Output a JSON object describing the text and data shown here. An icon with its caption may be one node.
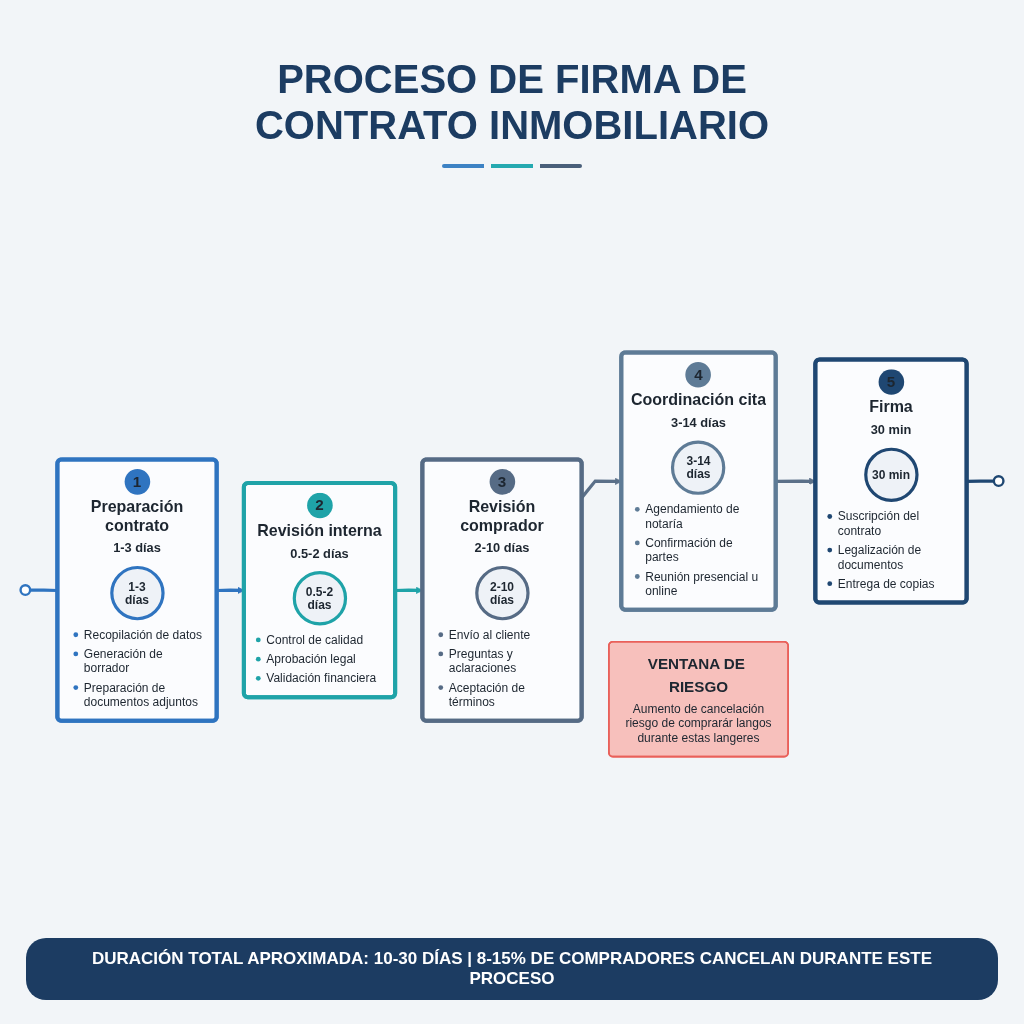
{
  "diagram": {
    "title": "PROCESO DE FIRMA DE CONTRATO INMOBILIARIO",
    "caption": "DURACIÓN TOTAL APROXIMADA: 10-30 DÍAS | 8-15% DE COMPRADORES CANCELAN DURANTE ESTE PROCESO",
    "nodes": [
      {
        "text": [
          "1",
          "Preparación contrato",
          "1-3 días",
          "1-3 días",
          "Recopilación de datos",
          "Generación de borrador",
          "Preparación de documentos adjuntos"
        ]
      },
      {
        "text": [
          "2",
          "Revisión interna",
          "0.5-2 días",
          "0.5-2 días",
          "Control de calidad",
          "Aprobación legal",
          "Validación financiera"
        ]
      },
      {
        "text": [
          "3",
          "Revisión comprador",
          "2-10 días",
          "2-10 días",
          "Envío al cliente",
          "Preguntas y aclaraciones",
          "Aceptación de términos"
        ]
      },
      {
        "text": [
          "4",
          "Coordinación cita",
          "3-14 días",
          "3-14 días",
          "Agendamiento de notaría",
          "Confirmación de partes",
          "Reunión presencial u online"
        ]
      },
      {
        "text": [
          "5",
          "Firma",
          "30 min",
          "30 min",
          "Suscripción del contrato",
          "Legalización de documentos",
          "Entrega de copias"
        ]
      },
      {
        "text": [],
        "shape": "circle"
      },
      {
        "text": [],
        "shape": "circle"
      },
      {
        "text": [
          "VENTANA DE RIESGO",
          "Aumento de cancelación riesgo de comprarár langos durante estas langeres"
        ]
      }
    ],
    "edges": [
      {
        "from": 5,
        "to": 0,
        "arrow": "none",
        "color": "#2f74c0"
      },
      {
        "from": 0,
        "to": 1,
        "arrow": "to",
        "color": "#2f74c0"
      },
      {
        "from": 1,
        "to": 2,
        "arrow": "to",
        "color": "#1fa3a8"
      },
      {
        "from": 2,
        "to": 3,
        "arrow": "to"
      },
      {
        "from": 3,
        "to": 4,
        "arrow": "to"
      },
      {
        "from": 4,
        "to": 6,
        "arrow": "none",
        "color": "#1f4772"
      }
    ]
  }
}
